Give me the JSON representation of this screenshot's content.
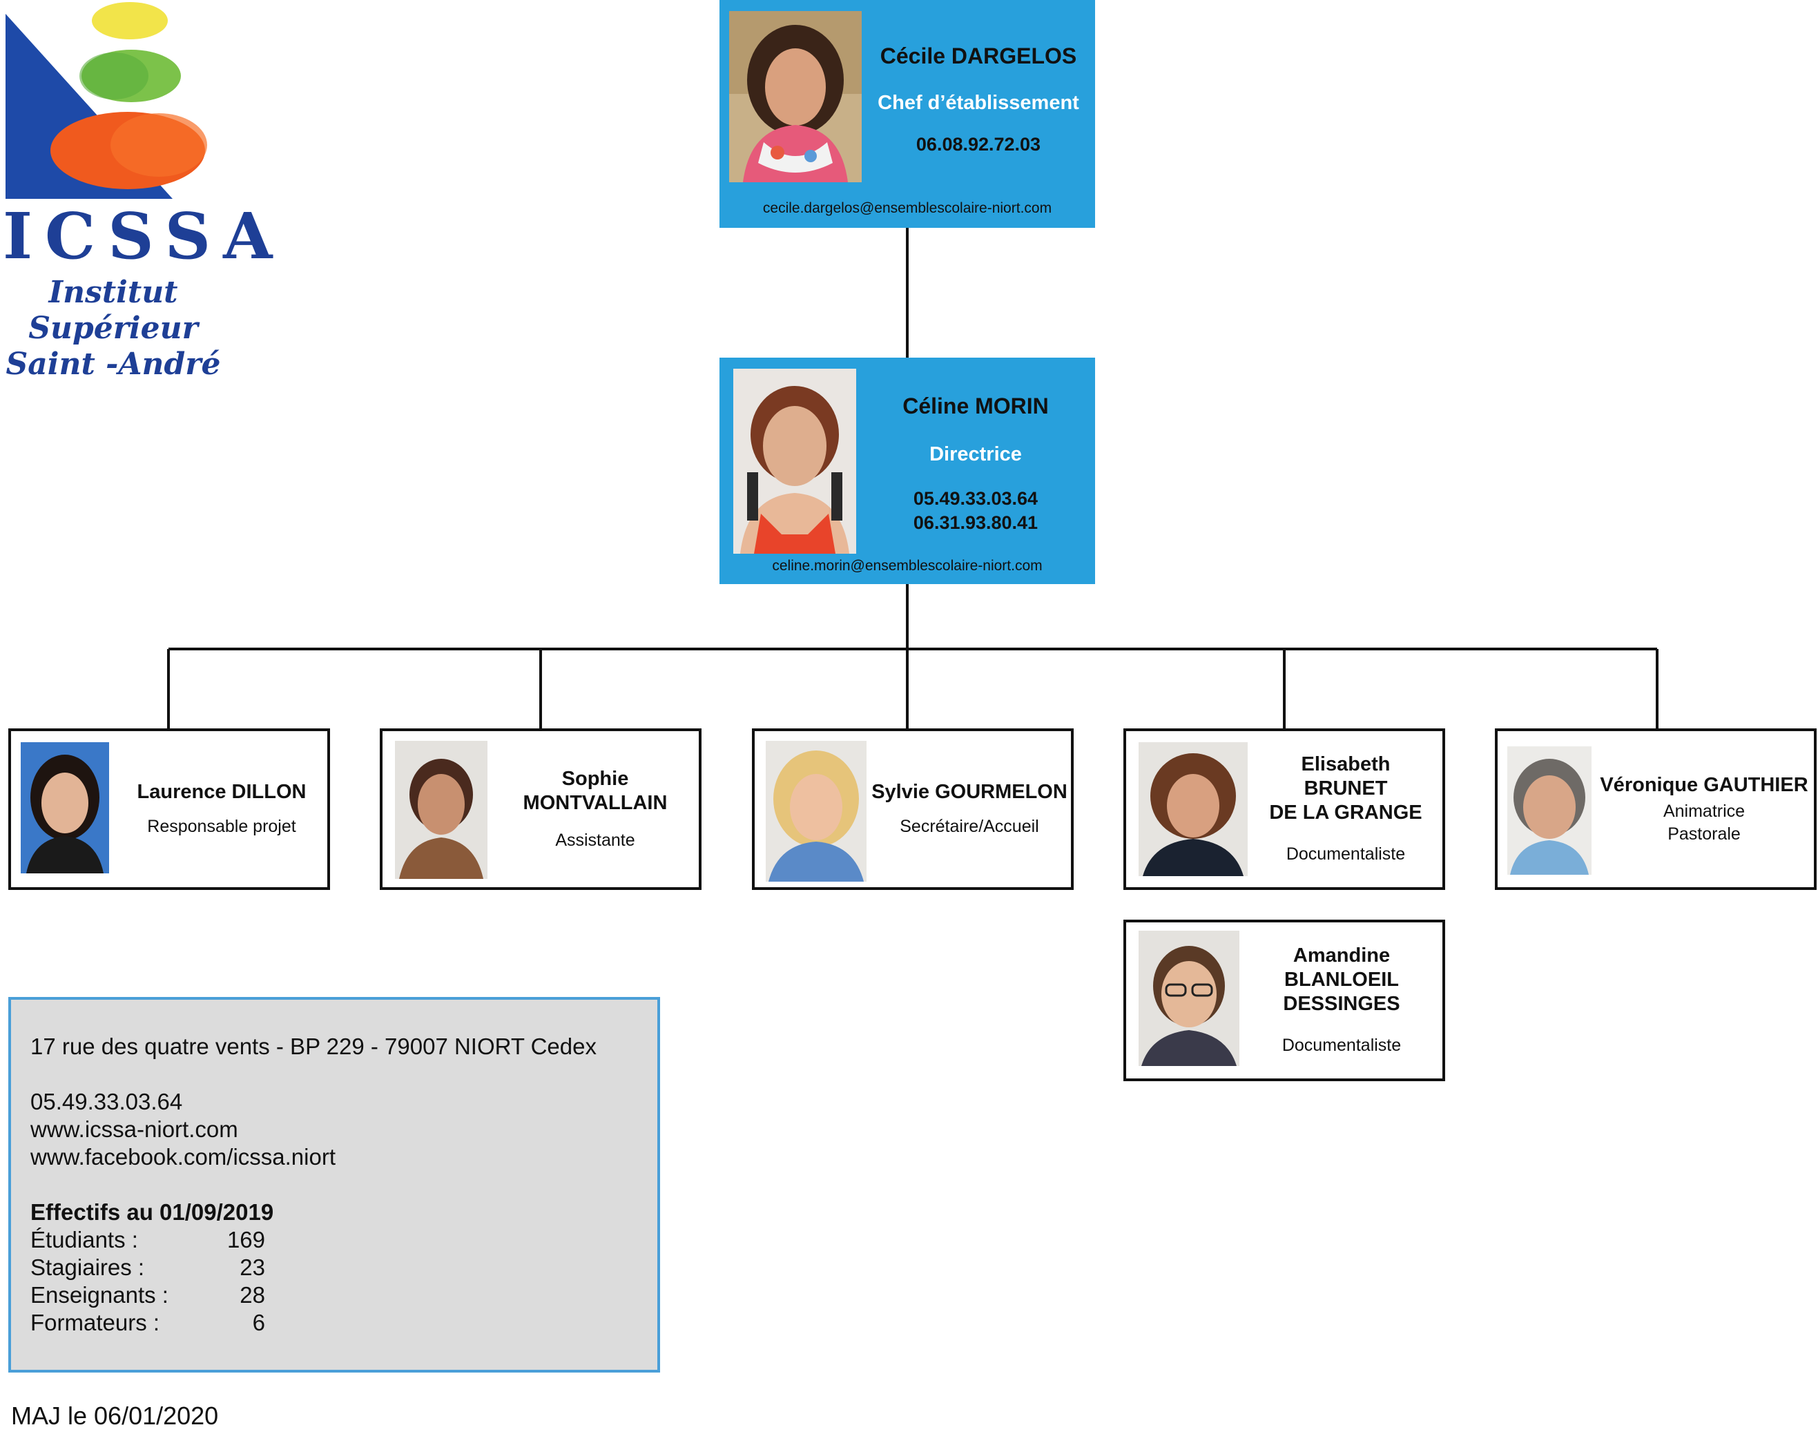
{
  "logo": {
    "title": "ICSSA",
    "subtitle_line1": "Institut Supérieur",
    "subtitle_line2": "Saint -André"
  },
  "top": {
    "name": "Cécile DARGELOS",
    "role": "Chef d’établissement",
    "phone": "06.08.92.72.03",
    "email": "cecile.dargelos@ensemblescolaire-niort.com"
  },
  "director": {
    "name": "Céline MORIN",
    "role": "Directrice",
    "phone1": "05.49.33.03.64",
    "phone2": "06.31.93.80.41",
    "email": "celine.morin@ensemblescolaire-niort.com"
  },
  "staff": [
    {
      "name_lines": [
        "Laurence DILLON"
      ],
      "role_lines": [
        "Responsable projet"
      ]
    },
    {
      "name_lines": [
        "Sophie",
        "MONTVALLAIN"
      ],
      "role_lines": [
        "Assistante"
      ]
    },
    {
      "name_lines": [
        "Sylvie GOURMELON"
      ],
      "role_lines": [
        "Secrétaire/Accueil"
      ]
    },
    {
      "name_lines": [
        "Elisabeth",
        "BRUNET",
        "DE LA GRANGE"
      ],
      "role_lines": [
        "Documentaliste"
      ]
    },
    {
      "name_lines": [
        "Véronique GAUTHIER"
      ],
      "role_lines": [
        "Animatrice",
        "Pastorale"
      ]
    },
    {
      "name_lines": [
        "Amandine",
        "BLANLOEIL",
        "DESSINGES"
      ],
      "role_lines": [
        "Documentaliste"
      ]
    }
  ],
  "info": {
    "address": "17 rue des quatre vents - BP 229 - 79007 NIORT Cedex",
    "phone": "05.49.33.03.64",
    "website": "www.icssa-niort.com",
    "facebook": "www.facebook.com/icssa.niort",
    "effectifs_title": "Effectifs au 01/09/2019",
    "effectifs": [
      {
        "label": "Étudiants :",
        "value": "169"
      },
      {
        "label": "Stagiaires :",
        "value": "23"
      },
      {
        "label": "Enseignants :",
        "value": "28"
      },
      {
        "label": "Formateurs :",
        "value": "6"
      }
    ]
  },
  "footer": {
    "updated": "MAJ le 06/01/2020"
  },
  "colors": {
    "card_blue": "#28a0dc",
    "logo_blue": "#1e3f96",
    "infobox_bg": "#dcdcdc",
    "infobox_border": "#4a9fd8"
  }
}
